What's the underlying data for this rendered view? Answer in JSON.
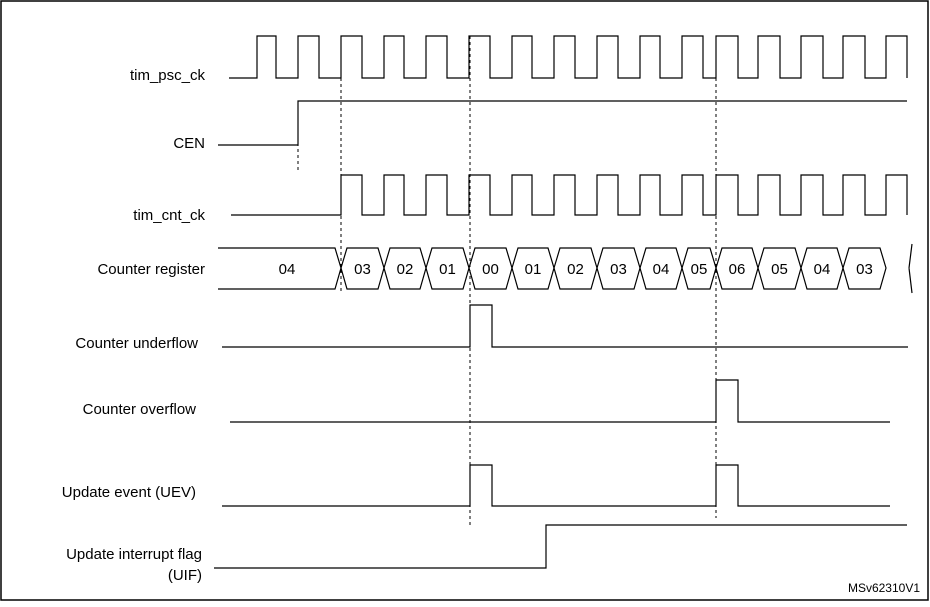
{
  "signals": {
    "tim_psc_ck": "tim_psc_ck",
    "cen": "CEN",
    "tim_cnt_ck": "tim_cnt_ck",
    "counter_register": "Counter register",
    "counter_underflow": "Counter underflow",
    "counter_overflow": "Counter overflow",
    "update_event": "Update event (UEV)",
    "uif_line1": "Update interrupt flag",
    "uif_line2": "(UIF)"
  },
  "counter_values": [
    "04",
    "03",
    "02",
    "01",
    "00",
    "01",
    "02",
    "03",
    "04",
    "05",
    "06",
    "05",
    "04",
    "03"
  ],
  "figure_id": "MSv62310V1"
}
